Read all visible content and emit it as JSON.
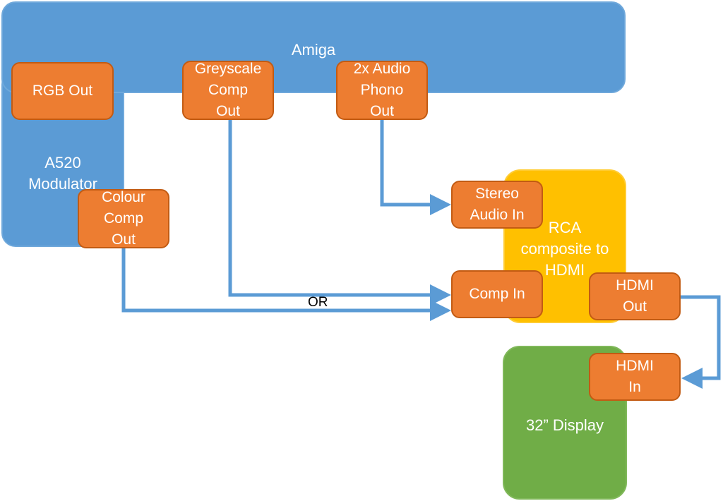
{
  "colors": {
    "block_blue": "#5b9bd5",
    "port_orange": "#ed7d31",
    "converter_yellow": "#ffc000",
    "display_green": "#70ad47",
    "wire_blue": "#5b9bd5"
  },
  "blocks": {
    "amiga": "Amiga",
    "modulator": [
      "A520",
      "Modulator"
    ],
    "converter": [
      "RCA",
      "composite to",
      "HDMI"
    ],
    "display": "32” Display"
  },
  "ports": {
    "rgb_out": [
      "RGB Out"
    ],
    "greyscale_comp_out": [
      "Greyscale",
      "Comp",
      "Out"
    ],
    "audio_phono_out": [
      "2x Audio",
      "Phono",
      "Out"
    ],
    "colour_comp_out": [
      "Colour",
      "Comp",
      "Out"
    ],
    "stereo_audio_in": [
      "Stereo",
      "Audio In"
    ],
    "comp_in": [
      "Comp In"
    ],
    "hdmi_out": [
      "HDMI",
      "Out"
    ],
    "hdmi_in": [
      "HDMI",
      "In"
    ]
  },
  "connections": [
    {
      "from": "audio_phono_out",
      "to": "stereo_audio_in"
    },
    {
      "from": "greyscale_comp_out",
      "to": "comp_in"
    },
    {
      "from": "colour_comp_out",
      "to": "comp_in"
    },
    {
      "from": "hdmi_out",
      "to": "hdmi_in"
    }
  ],
  "labels": {
    "or": "OR"
  }
}
